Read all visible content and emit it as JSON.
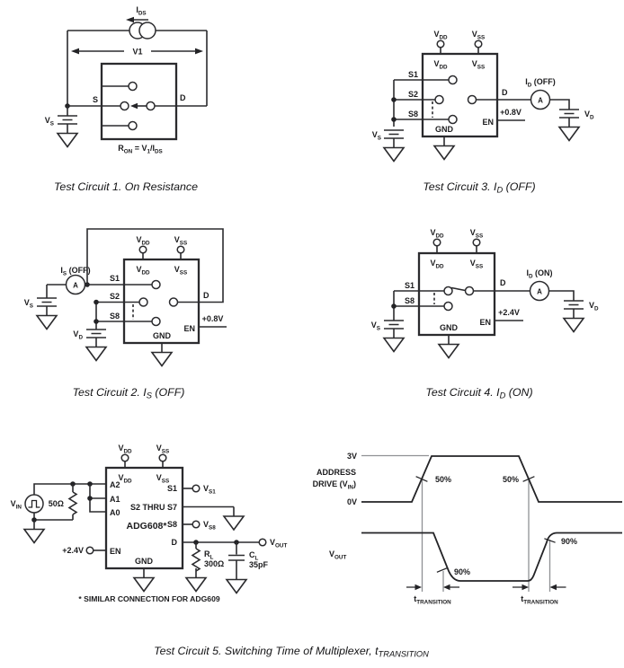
{
  "figure": {
    "ink": "#2b2b2e",
    "gray": "#8f9194",
    "background": "#ffffff"
  },
  "c1": {
    "ids": {
      "b": "I",
      "sub": "DS"
    },
    "v1": "V1",
    "s": "S",
    "d": "D",
    "vs": {
      "b": "V",
      "sub": "S"
    },
    "ron": {
      "p1": "R",
      "s1": "ON",
      "p2": " = V",
      "s2": "1",
      "p3": "/I",
      "s3": "DS"
    },
    "caption": "Test Circuit 1.  On Resistance"
  },
  "c2": {
    "vdd": {
      "b": "V",
      "sub": "DD"
    },
    "vss": {
      "b": "V",
      "sub": "SS"
    },
    "is_off": {
      "b": "I",
      "sub": "S",
      "post": " (OFF)"
    },
    "ammeter": "A",
    "s1": "S1",
    "s2": "S2",
    "s8": "S8",
    "d": "D",
    "vs": {
      "b": "V",
      "sub": "S"
    },
    "vd": {
      "b": "V",
      "sub": "D"
    },
    "en": "EN",
    "en_v": "+0.8V",
    "gnd": "GND",
    "caption": {
      "pre": "Test Circuit 2.  I",
      "sub": "S",
      "post": " (OFF)"
    }
  },
  "c3": {
    "vdd": {
      "b": "V",
      "sub": "DD"
    },
    "vss": {
      "b": "V",
      "sub": "SS"
    },
    "id_off": {
      "b": "I",
      "sub": "D",
      "post": " (OFF)"
    },
    "ammeter": "A",
    "s1": "S1",
    "s2": "S2",
    "s8": "S8",
    "d": "D",
    "vs": {
      "b": "V",
      "sub": "S"
    },
    "vd": {
      "b": "V",
      "sub": "D"
    },
    "en": "EN",
    "en_v": "+0.8V",
    "gnd": "GND",
    "caption": {
      "pre": "Test Circuit 3.  I",
      "sub": "D",
      "post": " (OFF)"
    }
  },
  "c4": {
    "vdd": {
      "b": "V",
      "sub": "DD"
    },
    "vss": {
      "b": "V",
      "sub": "SS"
    },
    "id_on": {
      "b": "I",
      "sub": "D",
      "post": " (ON)"
    },
    "ammeter": "A",
    "s1": "S1",
    "s8": "S8",
    "d": "D",
    "vs": {
      "b": "V",
      "sub": "S"
    },
    "vd": {
      "b": "V",
      "sub": "D"
    },
    "en": "EN",
    "en_v": "+2.4V",
    "gnd": "GND",
    "caption": {
      "pre": "Test Circuit 4.  I",
      "sub": "D",
      "post": " (ON)"
    }
  },
  "c5": {
    "vdd": {
      "b": "V",
      "sub": "DD"
    },
    "vss": {
      "b": "V",
      "sub": "SS"
    },
    "vin": {
      "b": "V",
      "sub": "IN"
    },
    "r_src": "50Ω",
    "a2": "A2",
    "a1": "A1",
    "a0": "A0",
    "s1": "S1",
    "s8": "S8",
    "d": "D",
    "en": "EN",
    "gnd": "GND",
    "s2s7": "S2 THRU S7",
    "part": "ADG608*",
    "vs1": {
      "b": "V",
      "sub": "S1"
    },
    "vs8": {
      "b": "V",
      "sub": "S8"
    },
    "vout": {
      "b": "V",
      "sub": "OUT"
    },
    "en_v": "+2.4V",
    "rl": {
      "b": "R",
      "sub": "L"
    },
    "rl_v": "300Ω",
    "cl": {
      "b": "C",
      "sub": "L"
    },
    "cl_v": "35pF",
    "note": "* SIMILAR CONNECTION FOR ADG609"
  },
  "wave": {
    "v3": "3V",
    "v0": "0V",
    "addr1": "ADDRESS",
    "addr2": {
      "pre": "DRIVE (V",
      "sub": "IN",
      "post": ")"
    },
    "p50": "50%",
    "p90": "90%",
    "vout": {
      "b": "V",
      "sub": "OUT"
    },
    "ttr": {
      "b": "t",
      "sub": "TRANSITION"
    },
    "caption": {
      "pre": "Test Circuit 5.  Switching Time of Multiplexer, t",
      "sub": "TRANSITION"
    }
  }
}
